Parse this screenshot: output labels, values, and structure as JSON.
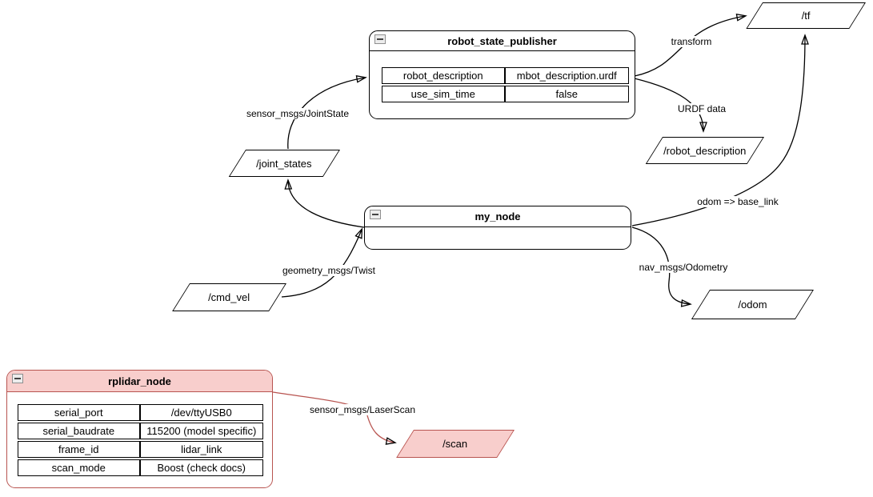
{
  "diagram": {
    "nodes": {
      "robot_state_publisher": {
        "title": "robot_state_publisher",
        "params": [
          {
            "key": "robot_description",
            "value": "mbot_description.urdf"
          },
          {
            "key": "use_sim_time",
            "value": "false"
          }
        ]
      },
      "my_node": {
        "title": "my_node"
      },
      "rplidar_node": {
        "title": "rplidar_node",
        "params": [
          {
            "key": "serial_port",
            "value": "/dev/ttyUSB0"
          },
          {
            "key": "serial_baudrate",
            "value": "115200 (model specific)"
          },
          {
            "key": "frame_id",
            "value": "lidar_link"
          },
          {
            "key": "scan_mode",
            "value": "Boost (check docs)"
          }
        ]
      }
    },
    "topics": {
      "tf": "/tf",
      "joint_states": "/joint_states",
      "cmd_vel": "/cmd_vel",
      "robot_description": "/robot_description",
      "odom": "/odom",
      "scan": "/scan"
    },
    "edge_labels": {
      "joint_state": "sensor_msgs/JointState",
      "transform": "transform",
      "urdf_data": "URDF data",
      "odom_base_link": "odom => base_link",
      "twist": "geometry_msgs/Twist",
      "odometry": "nav_msgs/Odometry",
      "laser_scan": "sensor_msgs/LaserScan"
    },
    "icons": {
      "collapse": "minus"
    },
    "colors": {
      "default_stroke": "#000000",
      "default_fill": "#ffffff",
      "lidar_fill": "#f8cecc",
      "lidar_stroke": "#b85450"
    }
  }
}
